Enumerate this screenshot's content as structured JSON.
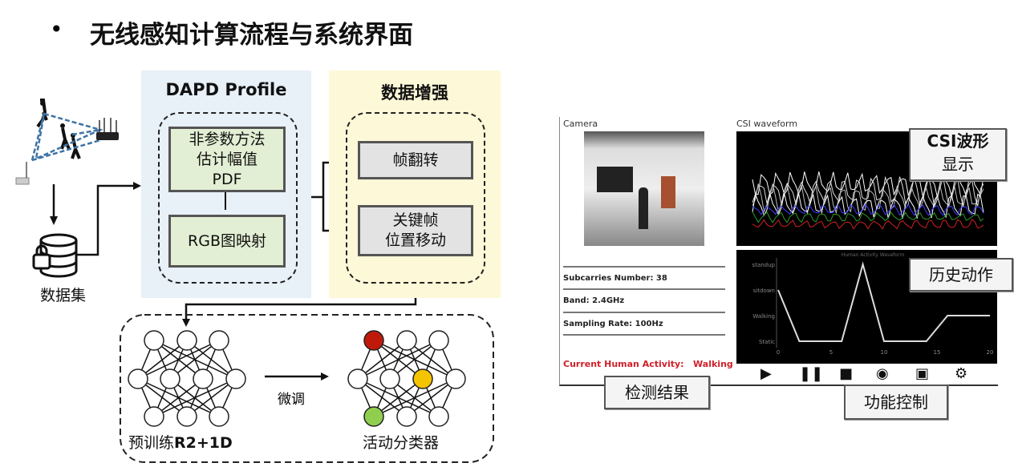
{
  "slide": {
    "bullet": "•",
    "title": "无线感知计算流程与系统界面"
  },
  "pipeline": {
    "dataset_label": "数据集",
    "dapd": {
      "title": "DAPD Profile",
      "box1": [
        "非参数方法",
        "估计幅值",
        "PDF"
      ],
      "box2": "RGB图映射"
    },
    "augment": {
      "title": "数据增强",
      "box1": "帧翻转",
      "box2": [
        "关键帧",
        "位置移动"
      ]
    },
    "pretrain_label_cn": "预训练",
    "pretrain_label_model": "R2+1D",
    "finetune_label": "微调",
    "classifier_label": "活动分类器",
    "node_colors": {
      "red": "#c0190a",
      "yellow": "#f5c400",
      "green": "#8fce4f"
    }
  },
  "system_ui": {
    "camera_label": "Camera",
    "csi_label": "CSI waveform",
    "info": {
      "subcarriers": "Subcarries Number:   38",
      "band": "Band:   2.4GHz",
      "sampling": "Sampling Rate:   100Hz"
    },
    "activity_label": "Current Human Activity:",
    "activity_value": "Walking",
    "activity_color": "#d0202a",
    "history_chart": {
      "y_labels": [
        "standup",
        "sitdown",
        "Walking",
        "Static"
      ],
      "x_ticks": [
        "0",
        "5",
        "10",
        "15",
        "20"
      ]
    },
    "callouts": {
      "csi": [
        "CSI波形",
        "显示"
      ],
      "history": "历史动作",
      "result": "检测结果",
      "control": "功能控制"
    }
  },
  "chart_data": {
    "type": "line",
    "title": "Human Activity Waveform",
    "x": [
      0,
      2,
      6,
      8,
      10,
      14,
      16,
      20
    ],
    "y": [
      "sitdown",
      "Static",
      "Static",
      "standup",
      "Static",
      "Static",
      "Walking",
      "Walking"
    ],
    "categories": [
      "Static",
      "Walking",
      "sitdown",
      "standup"
    ],
    "xlim": [
      0,
      20
    ]
  }
}
